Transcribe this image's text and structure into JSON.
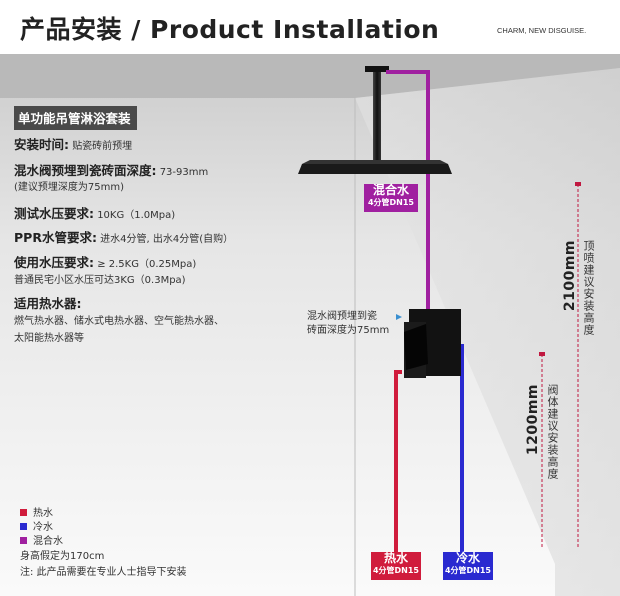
{
  "header": {
    "title": "产品安装 / Product Installation",
    "tagline": "CHARM, NEW DISGUISE."
  },
  "product_name": "单功能吊管淋浴套装",
  "specs": {
    "install_time_label": "安装时间:",
    "install_time_value": "贴瓷砖前预埋",
    "depth_label": "混水阀预埋到瓷砖面深度:",
    "depth_value": "73-93mm",
    "depth_note": "(建议预埋深度为75mm)",
    "pressure_test_label": "测试水压要求:",
    "pressure_test_value": "10KG（1.0Mpa)",
    "ppr_label": "PPR水管要求:",
    "ppr_value": "进水4分管, 出水4分管(自购）",
    "use_pressure_label": "使用水压要求:",
    "use_pressure_value": "≥ 2.5KG（0.25Mpa)",
    "use_pressure_note": "普通民宅小区水压可达3KG（0.3Mpa)",
    "heater_label": "适用热水器:",
    "heater_line1": "燃气热水器、储水式电热水器、空气能热水器、",
    "heater_line2": "太阳能热水器等"
  },
  "diagram": {
    "mix_tag": {
      "line1": "混合水",
      "line2": "4分管DN15",
      "color": "#a020a0"
    },
    "hot_tag": {
      "line1": "热水",
      "line2": "4分管DN15",
      "color": "#d01c3c"
    },
    "cold_tag": {
      "line1": "冷水",
      "line2": "4分管DN15",
      "color": "#2a2ad0"
    },
    "valve_note_line1": "混水阀预埋到瓷",
    "valve_note_line2": "砖面深度为75mm",
    "height_2100": "2100mm",
    "height_2100_label": "顶喷建议安装高度",
    "height_1200": "1200mm",
    "height_1200_label": "阀体建议安装高度"
  },
  "legend": {
    "items": [
      {
        "label": "热水",
        "color": "#d01c3c"
      },
      {
        "label": "冷水",
        "color": "#2a2ad0"
      },
      {
        "label": "混合水",
        "color": "#a020a0"
      }
    ],
    "height_note": "身高假定为170cm",
    "footnote": "注: 此产品需要在专业人士指导下安装"
  }
}
